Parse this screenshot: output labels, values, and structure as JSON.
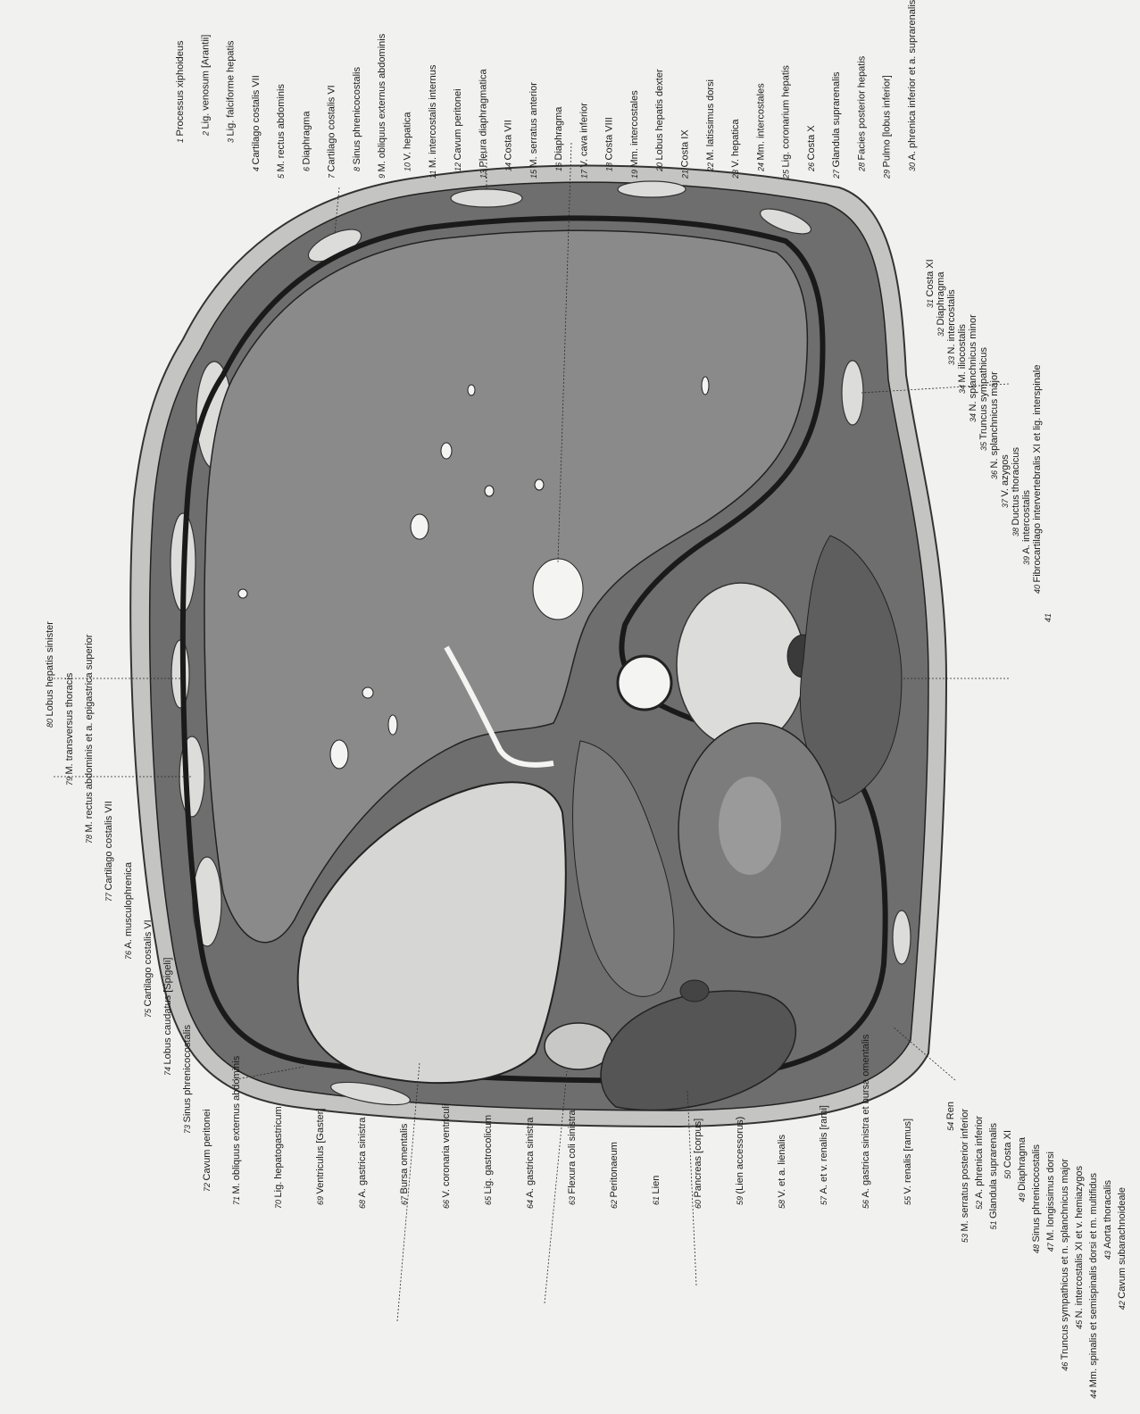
{
  "top_labels": [
    {
      "num": "1",
      "text": "Processus xiphoideus"
    },
    {
      "num": "2",
      "text": "Lig. venosum [Arantii]"
    },
    {
      "num": "3",
      "text": "Lig. falciforme hepatis"
    },
    {
      "num": "4",
      "text": "Cartilago costalis VII"
    },
    {
      "num": "5",
      "text": "M. rectus abdominis"
    },
    {
      "num": "6",
      "text": "Diaphragma"
    },
    {
      "num": "7",
      "text": "Cartilago costalis VI"
    },
    {
      "num": "8",
      "text": "Sinus phrenicocostalis"
    },
    {
      "num": "9",
      "text": "M. obliquus externus abdominis"
    },
    {
      "num": "10",
      "text": "V. hepatica"
    },
    {
      "num": "11",
      "text": "M. intercostalis internus"
    },
    {
      "num": "12",
      "text": "Cavum peritonei"
    },
    {
      "num": "13",
      "text": "Pleura diaphragmatica"
    },
    {
      "num": "14",
      "text": "Costa VII"
    },
    {
      "num": "15",
      "text": "M. serratus anterior"
    },
    {
      "num": "16",
      "text": "Diaphragma"
    },
    {
      "num": "17",
      "text": "V. cava inferior"
    },
    {
      "num": "18",
      "text": "Costa VIII"
    },
    {
      "num": "19",
      "text": "Mm. intercostales"
    },
    {
      "num": "20",
      "text": "Lobus hepatis dexter"
    },
    {
      "num": "21",
      "text": "Costa IX"
    },
    {
      "num": "22",
      "text": "M. latissimus dorsi"
    },
    {
      "num": "23",
      "text": "V. hepatica"
    },
    {
      "num": "24",
      "text": "Mm. intercostales"
    },
    {
      "num": "25",
      "text": "Lig. coronarium hepatis"
    },
    {
      "num": "26",
      "text": "Costa X"
    },
    {
      "num": "27",
      "text": "Glandula suprarenalis"
    },
    {
      "num": "28",
      "text": "Facies posterior hepatis"
    },
    {
      "num": "29",
      "text": "Pulmo [lobus inferior]"
    },
    {
      "num": "30",
      "text": "A. phrenica inferior et a. suprarenalis inferior"
    }
  ],
  "right_labels": [
    {
      "num": "31",
      "text": "Costa XI"
    },
    {
      "num": "32",
      "text": "Diaphragma"
    },
    {
      "num": "33",
      "text": "N. intercostalis"
    },
    {
      "num": "34",
      "text": "M. iliocostalis"
    },
    {
      "num": "34",
      "text": "N. splanchnicus minor"
    },
    {
      "num": "35",
      "text": "Truncus sympathicus"
    },
    {
      "num": "36",
      "text": "N. splanchnicus major"
    },
    {
      "num": "37",
      "text": "V. azygos"
    },
    {
      "num": "38",
      "text": "Ductus thoracicus"
    },
    {
      "num": "39",
      "text": "A. intercostalis"
    },
    {
      "num": "40",
      "text": "Fibrocartilago intervertebralis XI et lig. interspinale"
    },
    {
      "num": "41",
      "text": ""
    }
  ],
  "bottom_right_labels": [
    {
      "num": "42",
      "text": "Cavum subarachnoideale"
    },
    {
      "num": "43",
      "text": "Aorta thoracalis"
    },
    {
      "num": "44",
      "text": "Mm. spinalis et semispinalis dorsi et m. multifidus"
    },
    {
      "num": "45",
      "text": "N. intercostalis XI et v. hemiazygos"
    },
    {
      "num": "46",
      "text": "Truncus sympathicus et n. splanchnicus major"
    },
    {
      "num": "47",
      "text": "M. longissimus dorsi"
    },
    {
      "num": "48",
      "text": "Sinus phrenicocostalis"
    },
    {
      "num": "49",
      "text": "Diaphragma"
    },
    {
      "num": "50",
      "text": "Costa XI"
    },
    {
      "num": "51",
      "text": "Glandula suprarenalis"
    },
    {
      "num": "52",
      "text": "A. phrenica inferior"
    },
    {
      "num": "53",
      "text": "M. serratus posterior inferior"
    },
    {
      "num": "54",
      "text": "Ren"
    }
  ],
  "bottom_labels": [
    {
      "num": "55",
      "text": "V. renalis [ramus]"
    },
    {
      "num": "56",
      "text": "A. gastrica sinistra et bursa omentalis"
    },
    {
      "num": "57",
      "text": "A. et v. renalis [rami]"
    },
    {
      "num": "58",
      "text": "V. et a. lienalis"
    },
    {
      "num": "59",
      "text": "(Lien accessorus)"
    },
    {
      "num": "60",
      "text": "Pancreas [corpus]"
    },
    {
      "num": "61",
      "text": "Lien"
    },
    {
      "num": "62",
      "text": "Peritonaeum"
    },
    {
      "num": "63",
      "text": "Flexura coli sinistra"
    },
    {
      "num": "64",
      "text": "A. gastrica sinistra"
    },
    {
      "num": "65",
      "text": "Lig. gastrocolicum"
    },
    {
      "num": "66",
      "text": "V. coronaria ventriculi"
    },
    {
      "num": "67",
      "text": "Bursa omentalis"
    },
    {
      "num": "68",
      "text": "A. gastrica sinistra"
    },
    {
      "num": "69",
      "text": "Ventriculus [Gaster]"
    },
    {
      "num": "70",
      "text": "Lig. hepatogastricum"
    },
    {
      "num": "71",
      "text": "M. obliquus externus abdominis"
    }
  ],
  "left_labels": [
    {
      "num": "72",
      "text": "Cavum peritonei"
    },
    {
      "num": "73",
      "text": "Sinus phrenicocostalis"
    },
    {
      "num": "74",
      "text": "Lobus caudatus [Spigeli]"
    },
    {
      "num": "75",
      "text": "Cartilago costalis VI"
    },
    {
      "num": "76",
      "text": "A. musculophrenica"
    },
    {
      "num": "77",
      "text": "Cartilago costalis VII"
    },
    {
      "num": "78",
      "text": "M. rectus abdominis et a. epigastrica superior"
    },
    {
      "num": "79",
      "text": "M. transversus thoracis"
    },
    {
      "num": "80",
      "text": "Lobus hepatis sinister"
    }
  ],
  "colors": {
    "background": "#f1f1ef",
    "skin": "#c4c4c2",
    "muscle": "#6e6e6e",
    "liver": "#8a8a8a",
    "stomach": "#d6d6d4",
    "spleen": "#555555",
    "kidney": "#7c7c7c",
    "vertebra": "#dcdcda",
    "diaphragm": "#1a1a1a"
  }
}
